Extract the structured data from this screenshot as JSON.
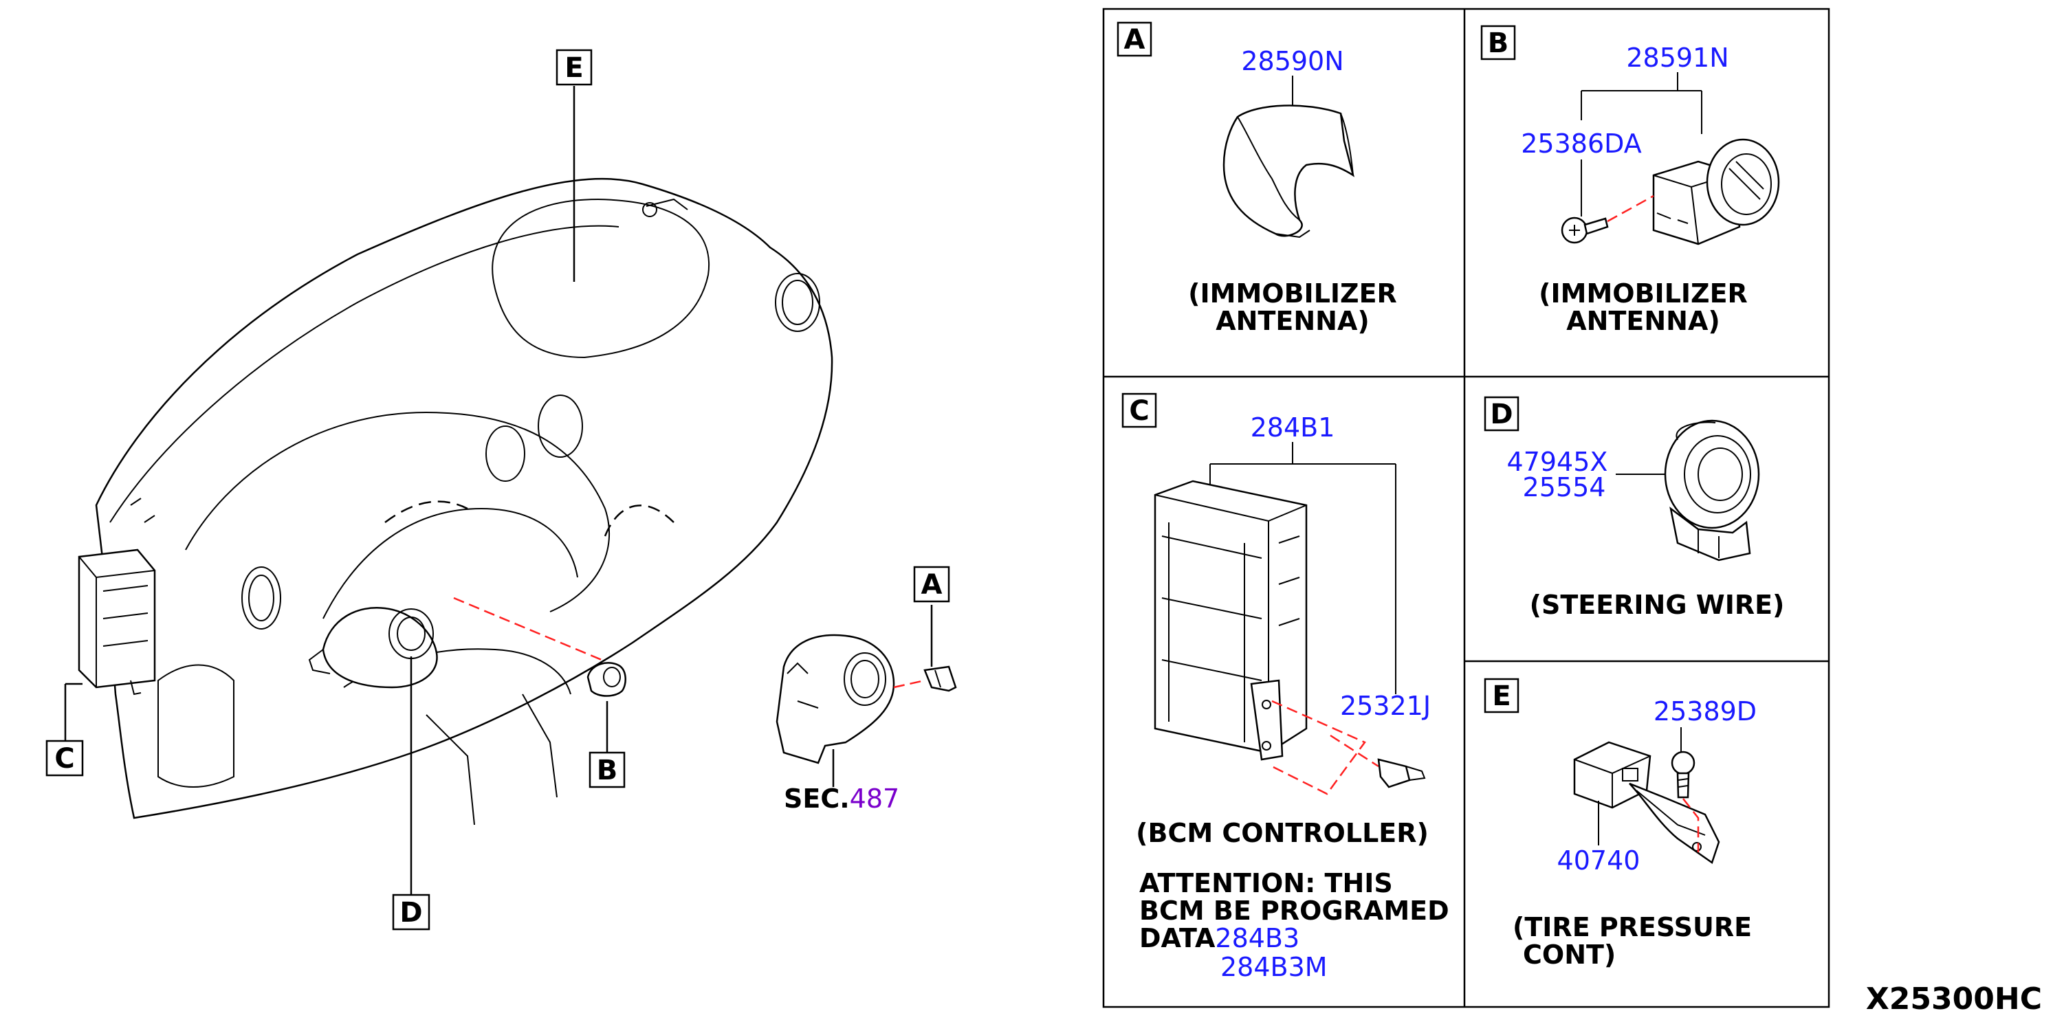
{
  "diagram_code": "X25300HC",
  "overview": {
    "callouts": {
      "a": "A",
      "b": "B",
      "c": "C",
      "d": "D",
      "e": "E"
    },
    "sec_prefix": "SEC.",
    "sec_number": "487"
  },
  "panels": {
    "a": {
      "letter": "A",
      "part": "28590N",
      "caption_1": "(IMMOBILIZER",
      "caption_2": "ANTENNA)"
    },
    "b": {
      "letter": "B",
      "part_main": "28591N",
      "part_screw": "25386DA",
      "caption_1": "(IMMOBILIZER",
      "caption_2": "ANTENNA)"
    },
    "c": {
      "letter": "C",
      "part_main": "284B1",
      "part_bolt": "25321J",
      "caption": "(BCM CONTROLLER)",
      "attention_1": "ATTENTION: THIS",
      "attention_2": "BCM BE PROGRAMED",
      "attention_3": "DATA",
      "part_data_1": "284B3",
      "part_data_2": "284B3M"
    },
    "d": {
      "letter": "D",
      "part_1": "47945X",
      "part_2": "25554",
      "caption": "(STEERING WIRE)"
    },
    "e": {
      "letter": "E",
      "part_bolt": "25389D",
      "part_main": "40740",
      "caption_1": "(TIRE PRESSURE",
      "caption_2": "CONT)"
    }
  }
}
